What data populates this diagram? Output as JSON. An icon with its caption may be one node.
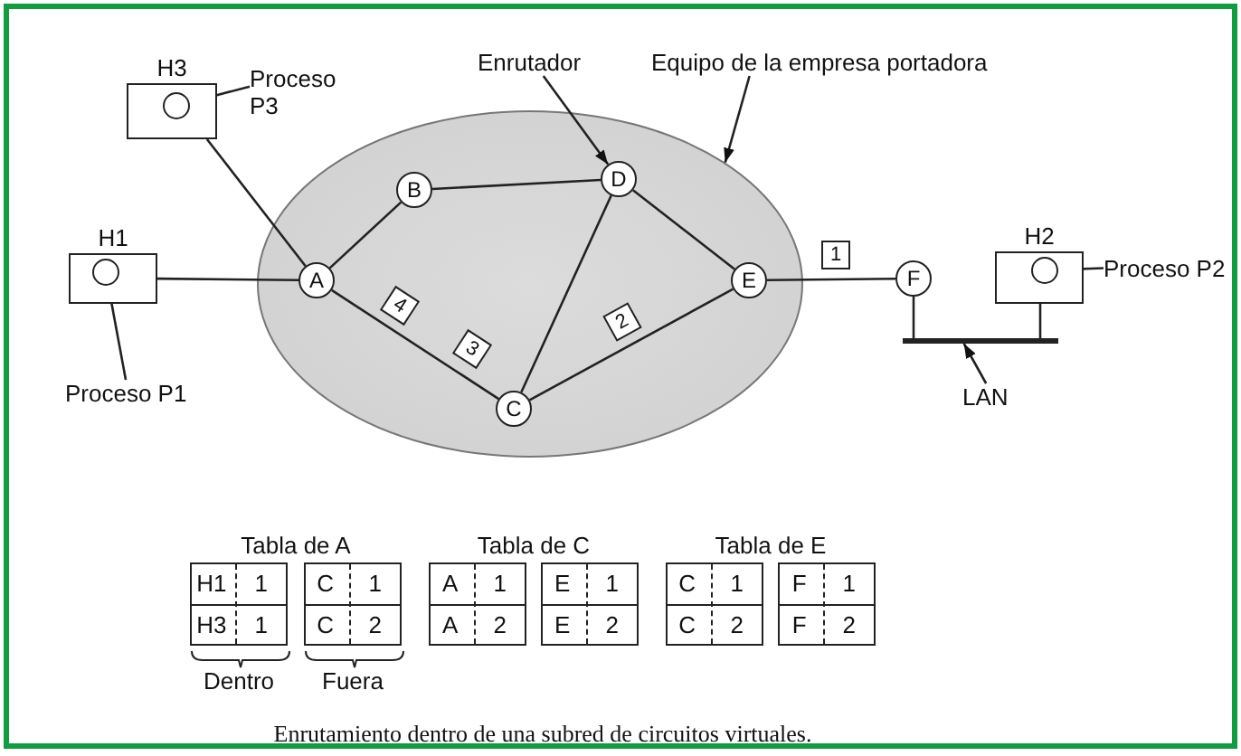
{
  "diagram": {
    "caption": "Enrutamiento dentro de una subred de circuitos virtuales.",
    "nodes": [
      {
        "text": [
          "H3"
        ]
      },
      {
        "text": [],
        "shape": "circle",
        "in": 0
      },
      {
        "text": [
          "Proceso P3"
        ]
      },
      {
        "text": [
          "Enrutador"
        ]
      },
      {
        "text": [
          "Equipo de la empresa portadora"
        ]
      },
      {
        "text": [],
        "shape": "ellipse"
      },
      {
        "text": [
          "B"
        ],
        "in": 5
      },
      {
        "text": [
          "D"
        ],
        "in": 5
      },
      {
        "text": [
          "H1"
        ]
      },
      {
        "text": [],
        "shape": "circle",
        "in": 8
      },
      {
        "text": [
          "A"
        ],
        "in": 5
      },
      {
        "text": [
          "E"
        ],
        "in": 5
      },
      {
        "text": [
          "F"
        ]
      },
      {
        "text": [
          "H2"
        ]
      },
      {
        "text": [],
        "shape": "circle",
        "in": 13
      },
      {
        "text": [
          "Proceso P2"
        ]
      },
      {
        "text": [
          "C"
        ],
        "in": 5
      },
      {
        "text": [
          "Proceso P1"
        ]
      },
      {
        "text": [],
        "shape": "bar"
      },
      {
        "text": [
          "LAN"
        ]
      },
      {
        "text": [
          "4"
        ],
        "in": 5
      },
      {
        "text": [
          "3"
        ],
        "in": 5
      },
      {
        "text": [
          "2"
        ],
        "in": 5
      },
      {
        "text": [
          "1"
        ]
      }
    ],
    "edges": [
      {
        "from": 0,
        "to": 10,
        "arrow": "none"
      },
      {
        "from": 8,
        "to": 10,
        "arrow": "none"
      },
      {
        "from": 10,
        "to": 6,
        "arrow": "none"
      },
      {
        "from": 6,
        "to": 7,
        "arrow": "none"
      },
      {
        "from": 7,
        "to": 11,
        "arrow": "none"
      },
      {
        "from": 7,
        "to": 16,
        "arrow": "none"
      },
      {
        "from": 10,
        "to": 16,
        "arrow": "none"
      },
      {
        "from": 16,
        "to": 11,
        "arrow": "none"
      },
      {
        "from": 11,
        "to": 12,
        "arrow": "none"
      },
      {
        "from": 12,
        "to": 18,
        "arrow": "none"
      },
      {
        "from": 13,
        "to": 18,
        "arrow": "none"
      },
      {
        "from": 2,
        "to": 1,
        "arrow": "to"
      },
      {
        "from": 3,
        "to": 7,
        "arrow": "to"
      },
      {
        "from": 4,
        "to": 5,
        "arrow": "to"
      },
      {
        "from": 17,
        "to": 9,
        "arrow": "to"
      },
      {
        "from": 15,
        "to": 14,
        "arrow": "to"
      },
      {
        "from": 19,
        "to": 18,
        "arrow": "to"
      }
    ],
    "labels": [
      "Tabla de A",
      "H1",
      "1",
      "C",
      "1",
      "H3",
      "1",
      "C",
      "2",
      "Dentro",
      "Fuera",
      "Tabla de C",
      "A",
      "1",
      "E",
      "1",
      "A",
      "2",
      "E",
      "2",
      "Tabla de E",
      "C",
      "1",
      "F",
      "1",
      "C",
      "2",
      "F",
      "2"
    ]
  }
}
